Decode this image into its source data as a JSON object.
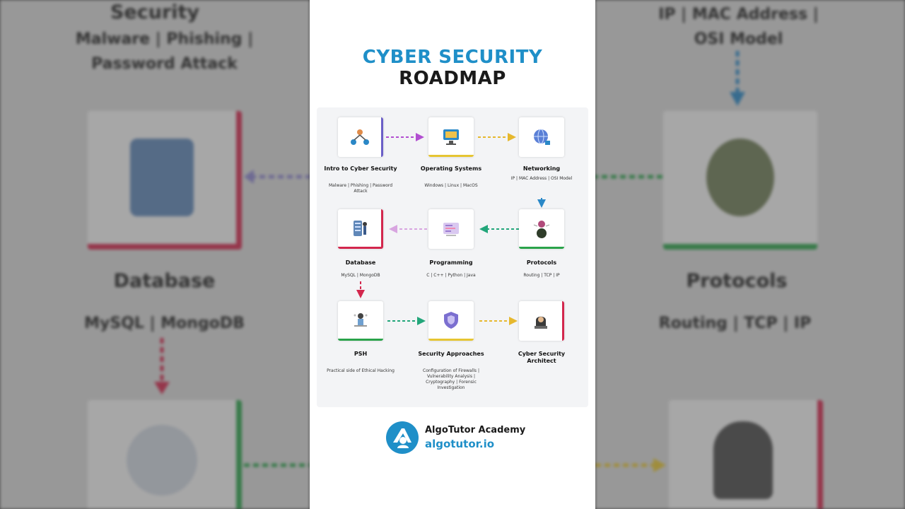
{
  "poster": {
    "title_line1": "CYBER SECURITY",
    "title_line2": "ROADMAP"
  },
  "nodes": [
    {
      "title": "Intro to Cyber Security",
      "subtitle": "Malware | Phishing | Password Attack",
      "accent": "#6b5fc7",
      "icon": "people-network-icon"
    },
    {
      "title": "Operating Systems",
      "subtitle": "Windows | Linux | MacOS",
      "accent": "#e6c532",
      "icon": "computer-icon"
    },
    {
      "title": "Networking",
      "subtitle": "IP | MAC Address | OSI Model",
      "accent": "#2a88c7",
      "icon": "globe-icon"
    },
    {
      "title": "Protocols",
      "subtitle": "Routing | TCP | IP",
      "accent": "#2aa34a",
      "icon": "protocol-person-icon"
    },
    {
      "title": "Programming",
      "subtitle": "C | C++ | Python | Java",
      "accent": "#c9a3d6",
      "icon": "code-screen-icon"
    },
    {
      "title": "Database",
      "subtitle": "MySQL | MongoDB",
      "accent": "#d3274d",
      "icon": "server-person-icon"
    },
    {
      "title": "PSH",
      "subtitle": "Practical side of Ethical Hacking",
      "accent": "#2aa34a",
      "icon": "hacker-desk-icon"
    },
    {
      "title": "Security Approaches",
      "subtitle": "Configuration of Firewalls | Vulnerability Analysis | Cryptography | Forensic Investigation",
      "accent": "#e6c532",
      "icon": "shield-icon"
    },
    {
      "title": "Cyber Security Architect",
      "subtitle": "",
      "accent": "#d3274d",
      "icon": "architect-icon"
    }
  ],
  "brand": {
    "name": "AlgoTutor Academy",
    "url": "algotutor.io",
    "color": "#1f8fc8"
  },
  "background_left": {
    "heading1": "Security",
    "line1": "Malware | Phishing |",
    "line2": "Password Attack",
    "heading2": "Database",
    "line3": "MySQL | MongoDB"
  },
  "background_right": {
    "line1": "IP | MAC Address |",
    "line2": "OSI Model",
    "heading2": "Protocols",
    "line3": "Routing | TCP | IP"
  }
}
